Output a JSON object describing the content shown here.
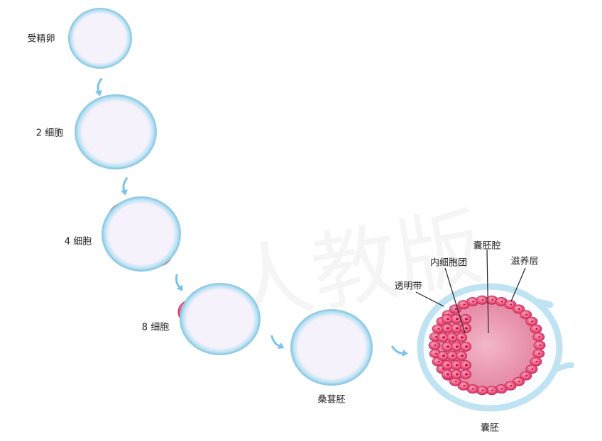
{
  "stages": [
    {
      "id": "zygote",
      "label": "受精卵"
    },
    {
      "id": "two-cell",
      "label": "2 细胞"
    },
    {
      "id": "four-cell",
      "label": "4 细胞"
    },
    {
      "id": "eight-cell",
      "label": "8 细胞"
    },
    {
      "id": "morula",
      "label": "桑葚胚"
    },
    {
      "id": "blastocyst",
      "label": "囊胚"
    }
  ],
  "blastocyst_parts": {
    "zona": "透明带",
    "inner_cell_mass": "内细胞团",
    "cavity": "囊胚腔",
    "trophoblast": "滋养层"
  },
  "watermark": "人教版",
  "colors": {
    "cell": "#e8517a",
    "cell_light": "#f7a3bb",
    "nucleus": "#c8103f",
    "zona": "#bfe3f3",
    "zona_edge": "#8fcbe6",
    "arrow": "#7cc4e8"
  }
}
